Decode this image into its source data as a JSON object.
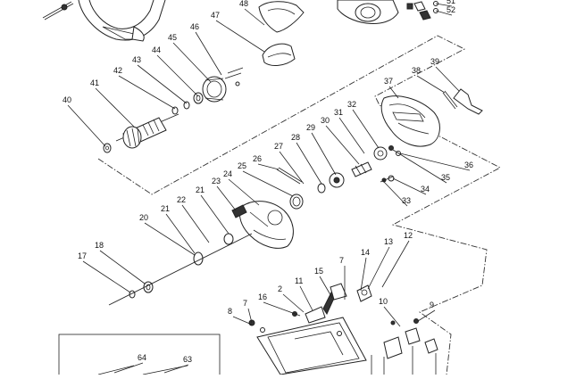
{
  "diagram": {
    "callouts": [
      {
        "id": "c1",
        "text": "48"
      },
      {
        "id": "c2",
        "text": "47"
      },
      {
        "id": "c3",
        "text": "46"
      },
      {
        "id": "c4",
        "text": "45"
      },
      {
        "id": "c5",
        "text": "44"
      },
      {
        "id": "c6",
        "text": "43"
      },
      {
        "id": "c7",
        "text": "42"
      },
      {
        "id": "c8",
        "text": "41"
      },
      {
        "id": "c9",
        "text": "40"
      },
      {
        "id": "c10",
        "text": "38"
      },
      {
        "id": "c11",
        "text": "39"
      },
      {
        "id": "c12",
        "text": "37"
      },
      {
        "id": "c13",
        "text": "32"
      },
      {
        "id": "c14",
        "text": "31"
      },
      {
        "id": "c15",
        "text": "30"
      },
      {
        "id": "c16",
        "text": "29"
      },
      {
        "id": "c17",
        "text": "28"
      },
      {
        "id": "c18",
        "text": "27"
      },
      {
        "id": "c19",
        "text": "26"
      },
      {
        "id": "c20",
        "text": "25"
      },
      {
        "id": "c21",
        "text": "24"
      },
      {
        "id": "c22",
        "text": "23"
      },
      {
        "id": "c23",
        "text": "21"
      },
      {
        "id": "c24",
        "text": "22"
      },
      {
        "id": "c25",
        "text": "21"
      },
      {
        "id": "c26",
        "text": "20"
      },
      {
        "id": "c27",
        "text": "18"
      },
      {
        "id": "c28",
        "text": "17"
      },
      {
        "id": "c29",
        "text": "36"
      },
      {
        "id": "c30",
        "text": "35"
      },
      {
        "id": "c31",
        "text": "34"
      },
      {
        "id": "c32",
        "text": "33"
      },
      {
        "id": "c33",
        "text": "12"
      },
      {
        "id": "c34",
        "text": "13"
      },
      {
        "id": "c35",
        "text": "14"
      },
      {
        "id": "c36",
        "text": "7"
      },
      {
        "id": "c37",
        "text": "15"
      },
      {
        "id": "c38",
        "text": "11"
      },
      {
        "id": "c39",
        "text": "2"
      },
      {
        "id": "c40",
        "text": "16"
      },
      {
        "id": "c41",
        "text": "7"
      },
      {
        "id": "c42",
        "text": "8"
      },
      {
        "id": "c43",
        "text": "10"
      },
      {
        "id": "c44",
        "text": "9"
      },
      {
        "id": "c45",
        "text": "64"
      },
      {
        "id": "c46",
        "text": "63"
      },
      {
        "id": "c47",
        "text": "51"
      },
      {
        "id": "c48",
        "text": "52"
      }
    ]
  }
}
